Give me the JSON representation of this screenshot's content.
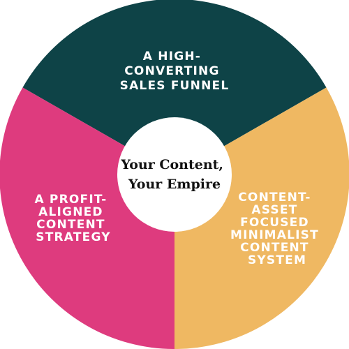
{
  "center": {
    "lines": [
      "Your Content,",
      "Your Empire"
    ]
  },
  "segments": [
    {
      "lines": [
        "A HIGH-",
        "CONVERTING",
        "SALES FUNNEL"
      ],
      "color": "#0e4347"
    },
    {
      "lines": [
        "CONTENT-",
        "ASSET",
        "FOCUSED",
        "MINIMALIST",
        "CONTENT",
        "SYSTEM"
      ],
      "color": "#efb862"
    },
    {
      "lines": [
        "A PROFIT-",
        "ALIGNED",
        "CONTENT",
        "STRATEGY"
      ],
      "color": "#de3b7e"
    }
  ],
  "colors": {
    "center_fill": "#ffffff",
    "segment_text": "#ffffff",
    "center_text": "#111111"
  }
}
